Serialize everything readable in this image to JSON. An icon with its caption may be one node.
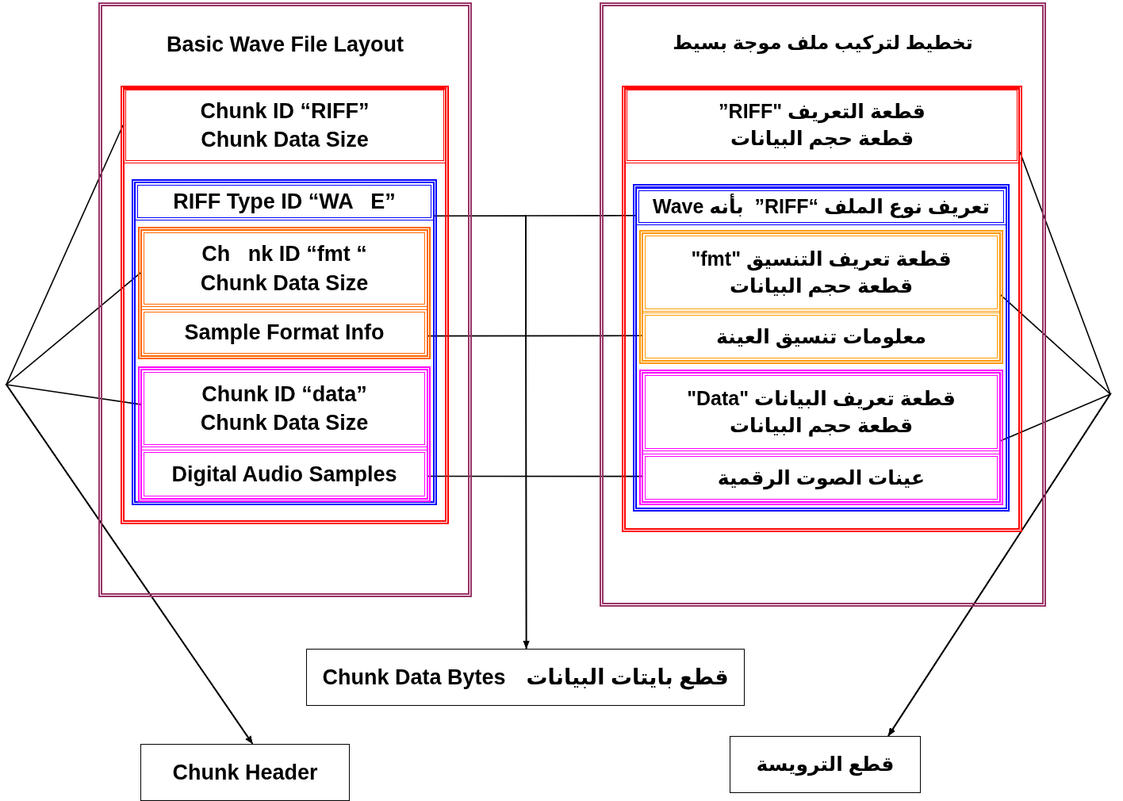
{
  "diagram": {
    "nodes": [
      {
        "text": [
          "Basic Wave File Layout"
        ]
      },
      {
        "text": [],
        "shape": "box",
        "in": 0
      },
      {
        "text": [
          "Chunk ID “RIFF”",
          "Chunk Data Size"
        ],
        "in": 1
      },
      {
        "text": [],
        "shape": "box",
        "in": 1
      },
      {
        "text": [
          "RIFF Type ID “WA   E”"
        ],
        "in": 3
      },
      {
        "text": [],
        "shape": "box",
        "in": 3
      },
      {
        "text": [
          "Ch   nk ID “fmt “",
          "Chunk Data Size"
        ],
        "in": 5
      },
      {
        "text": [
          "Sample Format Info"
        ],
        "in": 5
      },
      {
        "text": [],
        "shape": "box",
        "in": 3
      },
      {
        "text": [
          "Chunk ID “data”",
          "Chunk Data Size"
        ],
        "in": 8
      },
      {
        "text": [
          "Digital Audio Samples"
        ],
        "in": 8
      },
      {
        "text": [
          "تخطيط لتركيب ملف موجة بسيط"
        ]
      },
      {
        "text": [],
        "shape": "box",
        "in": 11
      },
      {
        "text": [
          "قطعة التعريف \"RIFF”",
          "قطعة حجم البيانات"
        ],
        "in": 12
      },
      {
        "text": [],
        "shape": "box",
        "in": 12
      },
      {
        "text": [
          "تعريف نوع الملف “RIFF”  بأنه Wave"
        ],
        "in": 14
      },
      {
        "text": [],
        "shape": "box",
        "in": 14
      },
      {
        "text": [
          "قطعة تعريف التنسيق \"fmt\"",
          "قطعة حجم البيانات"
        ],
        "in": 16
      },
      {
        "text": [
          "معلومات تنسيق العينة"
        ],
        "in": 16
      },
      {
        "text": [],
        "shape": "box",
        "in": 14
      },
      {
        "text": [
          "قطعة تعريف البيانات \"Data\"",
          "قطعة حجم البيانات"
        ],
        "in": 19
      },
      {
        "text": [
          "عينات الصوت الرقمية"
        ],
        "in": 19
      },
      {
        "text": [
          "قطع بايتات البيانات",
          "Chunk Data Bytes"
        ]
      },
      {
        "text": [
          "Chunk Header"
        ]
      },
      {
        "text": [
          "قطع الترويسة"
        ]
      }
    ],
    "edges": [
      {
        "from": 2,
        "to": 23,
        "arrow": "to"
      },
      {
        "from": 6,
        "to": 23,
        "arrow": "to"
      },
      {
        "from": 9,
        "to": 23,
        "arrow": "to"
      },
      {
        "from": 4,
        "to": 22,
        "arrow": "to"
      },
      {
        "from": 15,
        "to": 22,
        "arrow": "to"
      },
      {
        "from": 7,
        "to": 18,
        "arrow": "none"
      },
      {
        "from": 10,
        "to": 21,
        "arrow": "none"
      },
      {
        "from": 13,
        "to": 24,
        "arrow": "to"
      },
      {
        "from": 17,
        "to": 24,
        "arrow": "to"
      },
      {
        "from": 20,
        "to": 24,
        "arrow": "to"
      }
    ]
  }
}
